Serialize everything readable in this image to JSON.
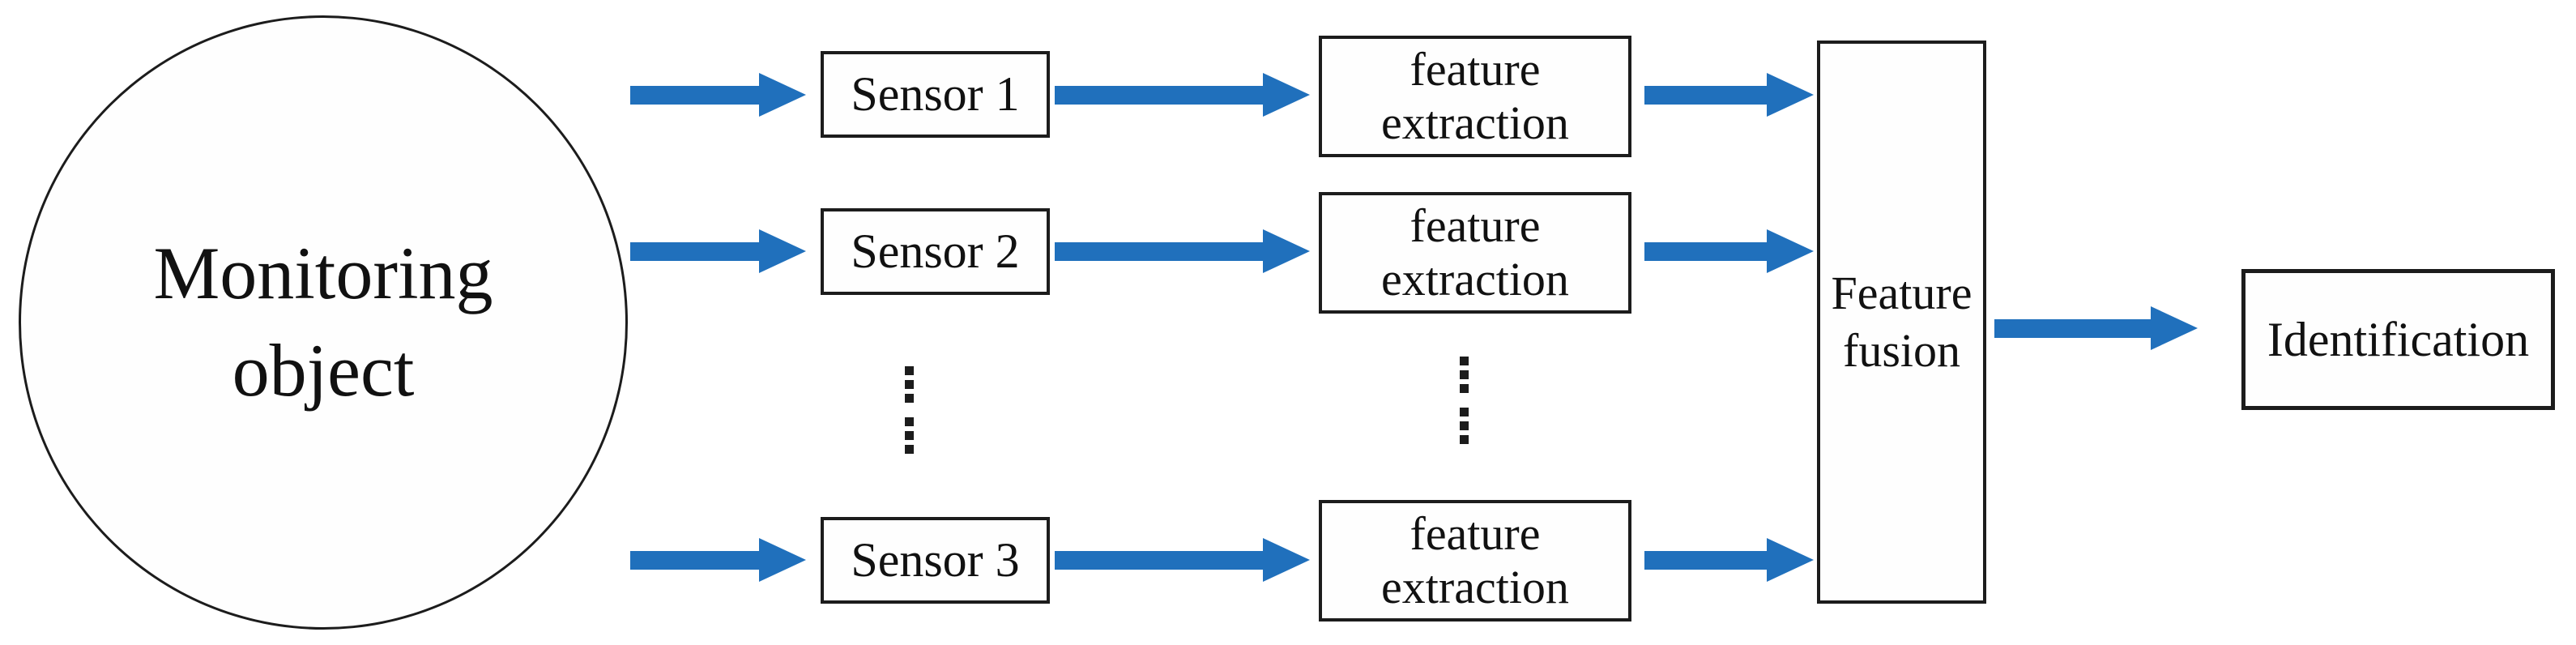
{
  "figure": {
    "type": "flow-diagram",
    "description": "Multi-sensor feature fusion identification pipeline"
  },
  "colors": {
    "arrow": "#2070bc",
    "border": "#1c1c1c",
    "background": "#ffffff",
    "text": "#111111"
  },
  "icons": {
    "vertical_ellipsis": "⋮"
  },
  "nodes": {
    "monitoring_object": {
      "label": "Monitoring object",
      "shape": "circle"
    },
    "sensors": [
      {
        "label": "Sensor 1"
      },
      {
        "label": "Sensor 2"
      },
      {
        "label": "Sensor 3"
      }
    ],
    "feature_extraction": [
      {
        "label": "feature extraction"
      },
      {
        "label": "feature extraction"
      },
      {
        "label": "feature extraction"
      }
    ],
    "feature_fusion": {
      "label": "Feature fusion"
    },
    "identification": {
      "label": "Identification"
    }
  },
  "edges": [
    {
      "from": "monitoring_object",
      "to": "sensor_1"
    },
    {
      "from": "monitoring_object",
      "to": "sensor_2"
    },
    {
      "from": "monitoring_object",
      "to": "sensor_3"
    },
    {
      "from": "sensor_1",
      "to": "feature_extraction_1"
    },
    {
      "from": "sensor_2",
      "to": "feature_extraction_2"
    },
    {
      "from": "sensor_3",
      "to": "feature_extraction_3"
    },
    {
      "from": "feature_extraction_1",
      "to": "feature_fusion"
    },
    {
      "from": "feature_extraction_2",
      "to": "feature_fusion"
    },
    {
      "from": "feature_extraction_3",
      "to": "feature_fusion"
    },
    {
      "from": "feature_fusion",
      "to": "identification"
    }
  ]
}
